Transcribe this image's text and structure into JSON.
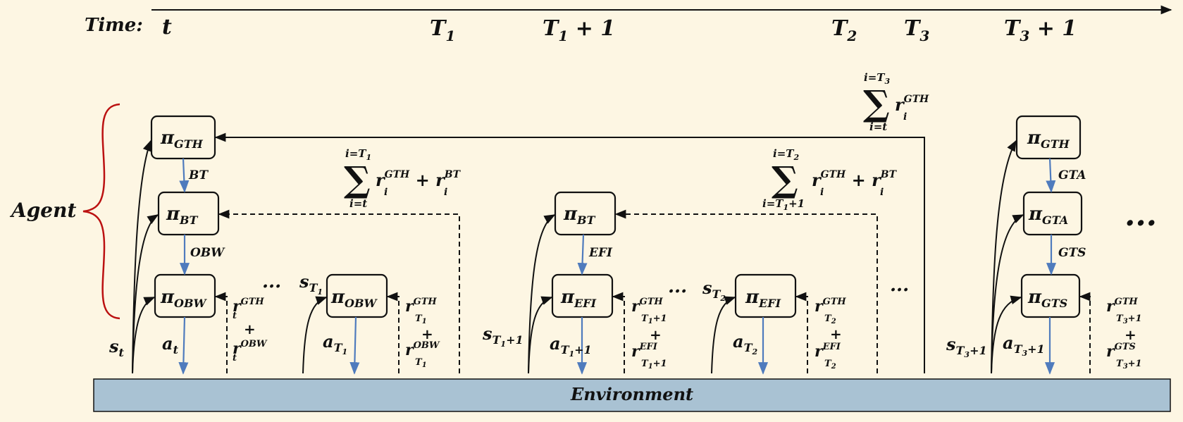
{
  "time_label": "Time:",
  "time_ticks": [
    {
      "main": "t",
      "sub": "",
      "plus": ""
    },
    {
      "main": "T",
      "sub": "1",
      "plus": ""
    },
    {
      "main": "T",
      "sub": "1",
      "plus": " + 1"
    },
    {
      "main": "T",
      "sub": "2",
      "plus": ""
    },
    {
      "main": "T",
      "sub": "3",
      "plus": ""
    },
    {
      "main": "T",
      "sub": "3",
      "plus": " + 1"
    }
  ],
  "agent_label": "Agent",
  "environment_label": "Environment",
  "ellipsis": "...",
  "policies": {
    "gth1": {
      "pi": "π",
      "sub": "GTH"
    },
    "bt1": {
      "pi": "π",
      "sub": "BT"
    },
    "obw1": {
      "pi": "π",
      "sub": "OBW"
    },
    "obw2": {
      "pi": "π",
      "sub": "OBW"
    },
    "bt2": {
      "pi": "π",
      "sub": "BT"
    },
    "efi1": {
      "pi": "π",
      "sub": "EFI"
    },
    "efi2": {
      "pi": "π",
      "sub": "EFI"
    },
    "gth2": {
      "pi": "π",
      "sub": "GTH"
    },
    "gta": {
      "pi": "π",
      "sub": "GTA"
    },
    "gts": {
      "pi": "π",
      "sub": "GTS"
    }
  },
  "option_labels": {
    "bt": "BT",
    "obw": "OBW",
    "efi": "EFI",
    "gta": "GTA",
    "gts": "GTS"
  },
  "states": [
    {
      "main": "s",
      "sub": "t"
    },
    {
      "main": "s",
      "sub": "T",
      "subsub": "1"
    },
    {
      "main": "s",
      "sub": "T",
      "subsub": "1",
      "suffix": "+1"
    },
    {
      "main": "s",
      "sub": "T",
      "subsub": "2"
    },
    {
      "main": "s",
      "sub": "T",
      "subsub": "3",
      "suffix": "+1"
    }
  ],
  "actions": [
    {
      "main": "a",
      "sub": "t"
    },
    {
      "main": "a",
      "sub": "T",
      "subsub": "1"
    },
    {
      "main": "a",
      "sub": "T",
      "subsub": "1",
      "suffix": "+1"
    },
    {
      "main": "a",
      "sub": "T",
      "subsub": "2"
    },
    {
      "main": "a",
      "sub": "T",
      "subsub": "3",
      "suffix": "+1"
    }
  ],
  "rewards": [
    {
      "top": "GTH",
      "bottom": "OBW",
      "sub": "t",
      "subsub": "",
      "suffix": ""
    },
    {
      "top": "GTH",
      "bottom": "OBW",
      "sub": "T",
      "subsub": "1",
      "suffix": ""
    },
    {
      "top": "GTH",
      "bottom": "EFI",
      "sub": "T",
      "subsub": "1",
      "suffix": "+1"
    },
    {
      "top": "GTH",
      "bottom": "EFI",
      "sub": "T",
      "subsub": "2",
      "suffix": ""
    },
    {
      "top": "GTH",
      "bottom": "GTS",
      "sub": "T",
      "subsub": "3",
      "suffix": "+1"
    }
  ],
  "reward_plus": "+",
  "sums": {
    "gth": {
      "upper": "i=T",
      "upper_sub": "3",
      "lower": "i=t",
      "term": "r",
      "term_sub": "i",
      "term_sup": "GTH",
      "extra": "",
      "extra_sup": ""
    },
    "bt1": {
      "upper": "i=T",
      "upper_sub": "1",
      "lower": "i=t",
      "term": "r",
      "term_sub": "i",
      "term_sup": "GTH",
      "extra": " + r",
      "extra_sup": "BT"
    },
    "bt2": {
      "upper": "i=T",
      "upper_sub": "2",
      "lower": "i=T",
      "lower_sub": "1",
      "lower_suffix": "+1",
      "term": "r",
      "term_sub": "i",
      "term_sup": "GTH",
      "extra": " + r",
      "extra_sup": "BT"
    }
  },
  "sigma": "∑"
}
